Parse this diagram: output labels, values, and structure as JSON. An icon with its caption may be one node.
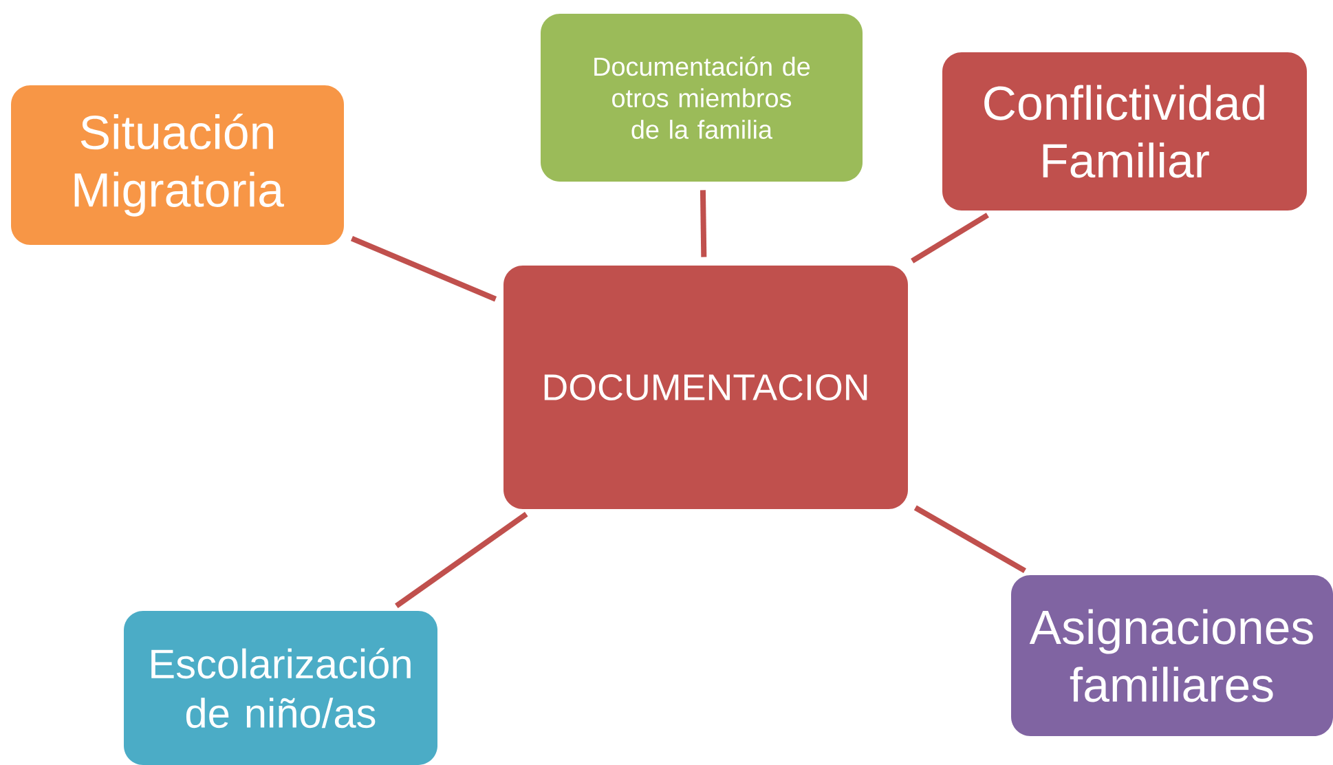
{
  "diagram": {
    "nodes": [
      {
        "text": [
          "DOCUMENTACION"
        ]
      },
      {
        "text": [
          "Situación Migratoria"
        ]
      },
      {
        "text": [
          "Documentación de otros miembros de la familia"
        ]
      },
      {
        "text": [
          "Conflictividad Familiar"
        ]
      },
      {
        "text": [
          "Escolarización de niño/as"
        ]
      },
      {
        "text": [
          "Asignaciones familiares"
        ]
      }
    ],
    "edges": [
      {
        "from": 0,
        "to": 1,
        "arrow": "none"
      },
      {
        "from": 0,
        "to": 2,
        "arrow": "none"
      },
      {
        "from": 0,
        "to": 3,
        "arrow": "none"
      },
      {
        "from": 0,
        "to": 4,
        "arrow": "none"
      },
      {
        "from": 0,
        "to": 5,
        "arrow": "none"
      }
    ]
  }
}
